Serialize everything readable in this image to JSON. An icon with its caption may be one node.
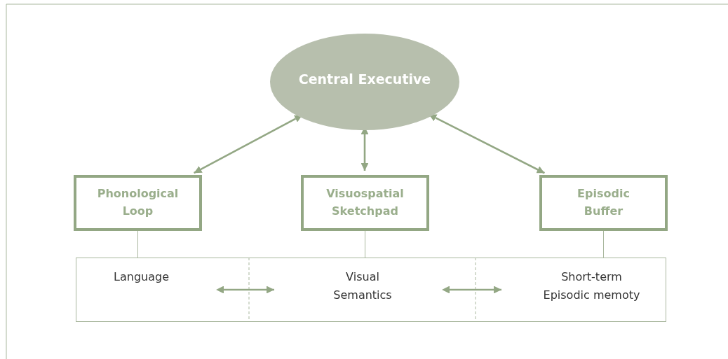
{
  "diagram": {
    "nodes": [
      {
        "text": [
          "Central Executive"
        ]
      },
      {
        "text": [
          "Phonological Loop"
        ]
      },
      {
        "text": [
          "Visuospatial Sketchpad"
        ]
      },
      {
        "text": [
          "Episodic Buffer"
        ]
      },
      {
        "text": [],
        "shape": "box"
      },
      {
        "text": [
          "Language"
        ],
        "in": 4
      },
      {
        "text": [
          "Visual Semantics"
        ],
        "in": 4
      },
      {
        "text": [
          "Short-term Episodic memoty"
        ],
        "in": 4
      }
    ],
    "edges": [
      {
        "from": 0,
        "to": 1,
        "arrow": "both"
      },
      {
        "from": 0,
        "to": 2,
        "arrow": "both"
      },
      {
        "from": 0,
        "to": 3,
        "arrow": "both"
      },
      {
        "from": 1,
        "to": 5,
        "arrow": "none"
      },
      {
        "from": 2,
        "to": 6,
        "arrow": "none"
      },
      {
        "from": 3,
        "to": 7,
        "arrow": "none"
      },
      {
        "from": 5,
        "to": 6,
        "arrow": "both"
      },
      {
        "from": 6,
        "to": 7,
        "arrow": "both"
      }
    ]
  }
}
